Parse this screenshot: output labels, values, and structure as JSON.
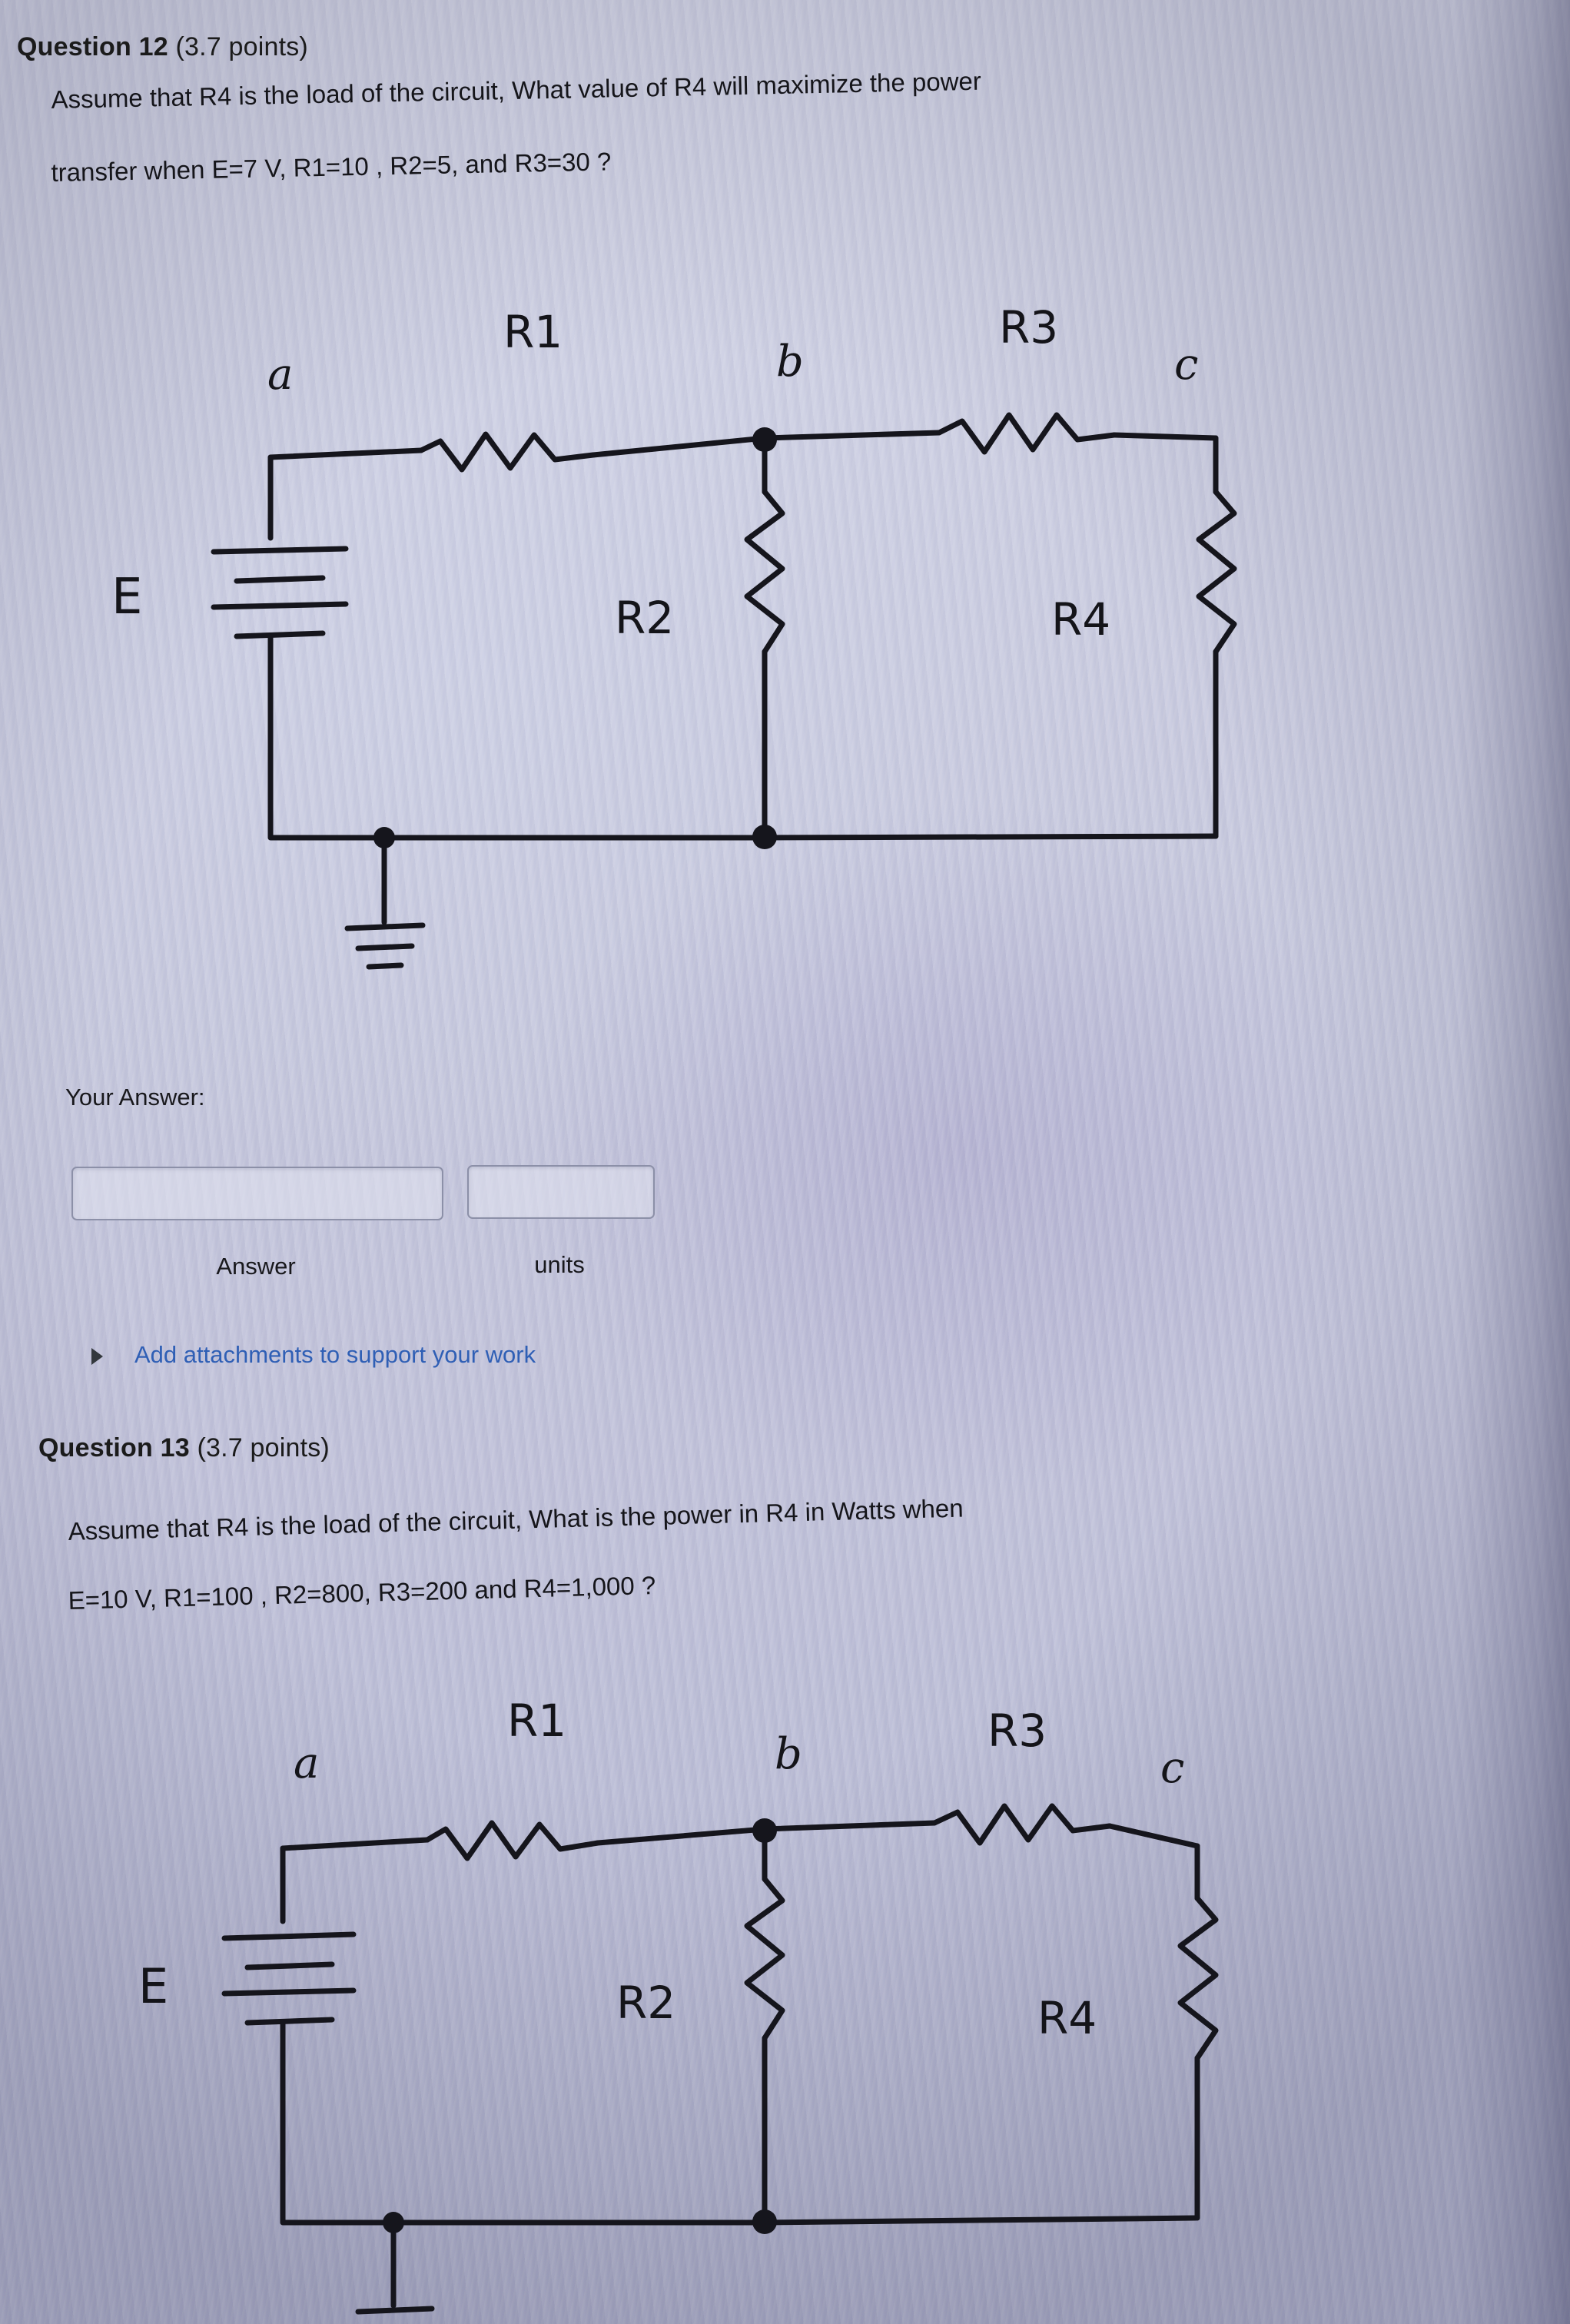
{
  "page": {
    "background_color": "#c9cadd"
  },
  "question12": {
    "number": "Question 12",
    "points": "(3.7 points)",
    "body_line1": "Assume that R4 is the load of the circuit, What value of R4 will maximize the power",
    "body_line2": "transfer when E=7 V, R1=10 , R2=5,  and R3=30 ?",
    "circuit": {
      "source_label": "E",
      "node_a": "a",
      "node_b": "b",
      "node_c": "c",
      "r1": "R1",
      "r2": "R2",
      "r3": "R3",
      "r4": "R4"
    },
    "answer_prompt": "Your Answer:",
    "answer_value": "",
    "answer_caption": "Answer",
    "units_value": "",
    "units_caption": "units",
    "attachment_link": "Add attachments to support your work",
    "attachment_icon": "triangle-right-icon",
    "link_color": "#2f5fb5"
  },
  "question13": {
    "number": "Question 13",
    "points": "(3.7 points)",
    "body_line1": "Assume that R4 is the load of the circuit, What is the power in R4 in Watts when",
    "body_line2": "E=10 V, R1=100 , R2=800,  R3=200 and R4=1,000 ?",
    "circuit": {
      "source_label": "E",
      "node_a": "a",
      "node_b": "b",
      "node_c": "c",
      "r1": "R1",
      "r2": "R2",
      "r3": "R3",
      "r4": "R4"
    }
  }
}
